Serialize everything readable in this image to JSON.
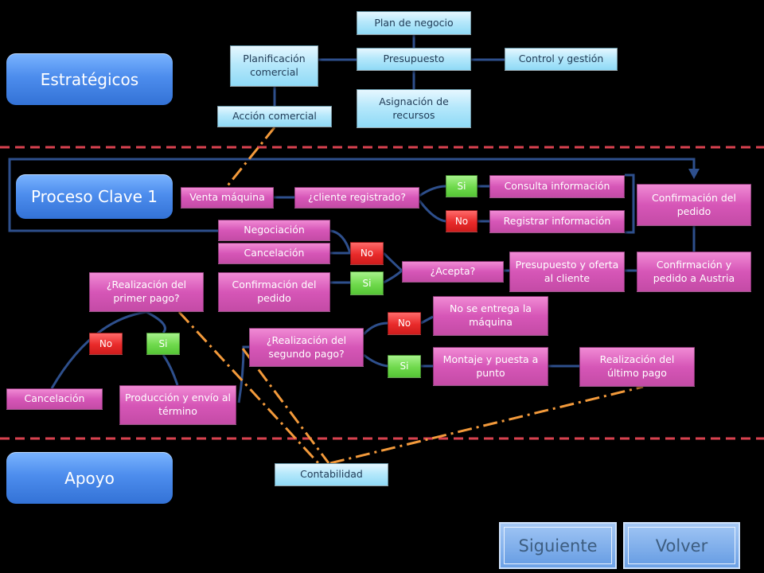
{
  "lanes": {
    "estrategicos": "Estratégicos",
    "proceso_clave": "Proceso Clave 1",
    "apoyo": "Apoyo"
  },
  "strategic": {
    "plan_negocio": "Plan de negocio",
    "presupuesto": "Presupuesto",
    "planificacion": "Planificación comercial",
    "control": "Control y gestión",
    "asignacion": "Asignación de recursos",
    "accion_comercial": "Acción comercial"
  },
  "process": {
    "venta_maquina": "Venta máquina",
    "cliente_registrado": "¿cliente registrado?",
    "si_1": "Si",
    "no_1": "No",
    "consulta_info": "Consulta información",
    "registrar_info": "Registrar información",
    "confirmacion_pedido_1": "Confirmación del pedido",
    "negociacion": "Negociación",
    "cancelacion_1": "Cancelación",
    "no_2": "No",
    "si_2": "Si",
    "acepta": "¿Acepta?",
    "presupuesto_oferta": "Presupuesto y oferta al cliente",
    "confirmacion_austria": "Confirmación y pedido a Austria",
    "primer_pago": "¿Realización del primer pago?",
    "confirmacion_pedido_2": "Confirmación del pedido",
    "no_3": "No",
    "si_3": "Si",
    "segundo_pago": "¿Realización del segundo pago?",
    "no_4": "No",
    "si_4": "Si",
    "no_entrega": "No se entrega la máquina",
    "montaje": "Montaje y puesta a punto",
    "ultimo_pago": "Realización del último pago",
    "cancelacion_2": "Cancelación",
    "produccion": "Producción y envío al término"
  },
  "support": {
    "contabilidad": "Contabilidad"
  },
  "nav": {
    "siguiente": "Siguiente",
    "volver": "Volver"
  },
  "colors": {
    "background": "#000000",
    "lane_blue": "#4d8ded",
    "box_cyan": "#b6e8fb",
    "box_pink": "#d656b7",
    "decision_red": "#e82a2a",
    "decision_green": "#6fd94c",
    "separator_red": "#d9424f",
    "link_orange": "#f39a3b",
    "connector_blue": "#2e4f8c"
  }
}
